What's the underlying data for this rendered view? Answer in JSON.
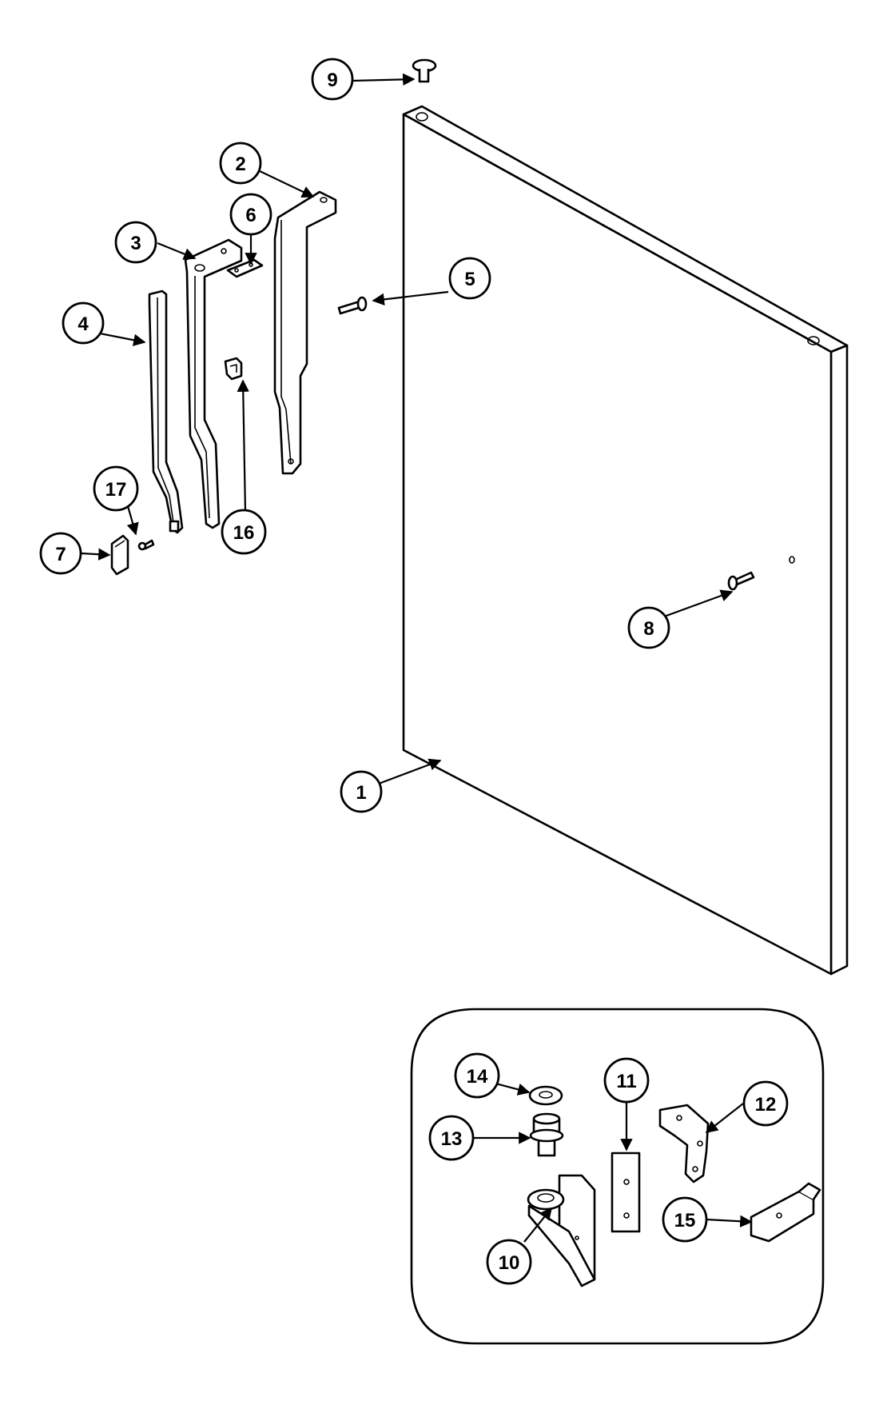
{
  "diagram": {
    "callouts": [
      "1",
      "2",
      "3",
      "4",
      "5",
      "6",
      "7",
      "8",
      "9",
      "10",
      "11",
      "12",
      "13",
      "14",
      "15",
      "16",
      "17"
    ]
  },
  "colors": {
    "line": "#000000",
    "background": "#ffffff"
  }
}
